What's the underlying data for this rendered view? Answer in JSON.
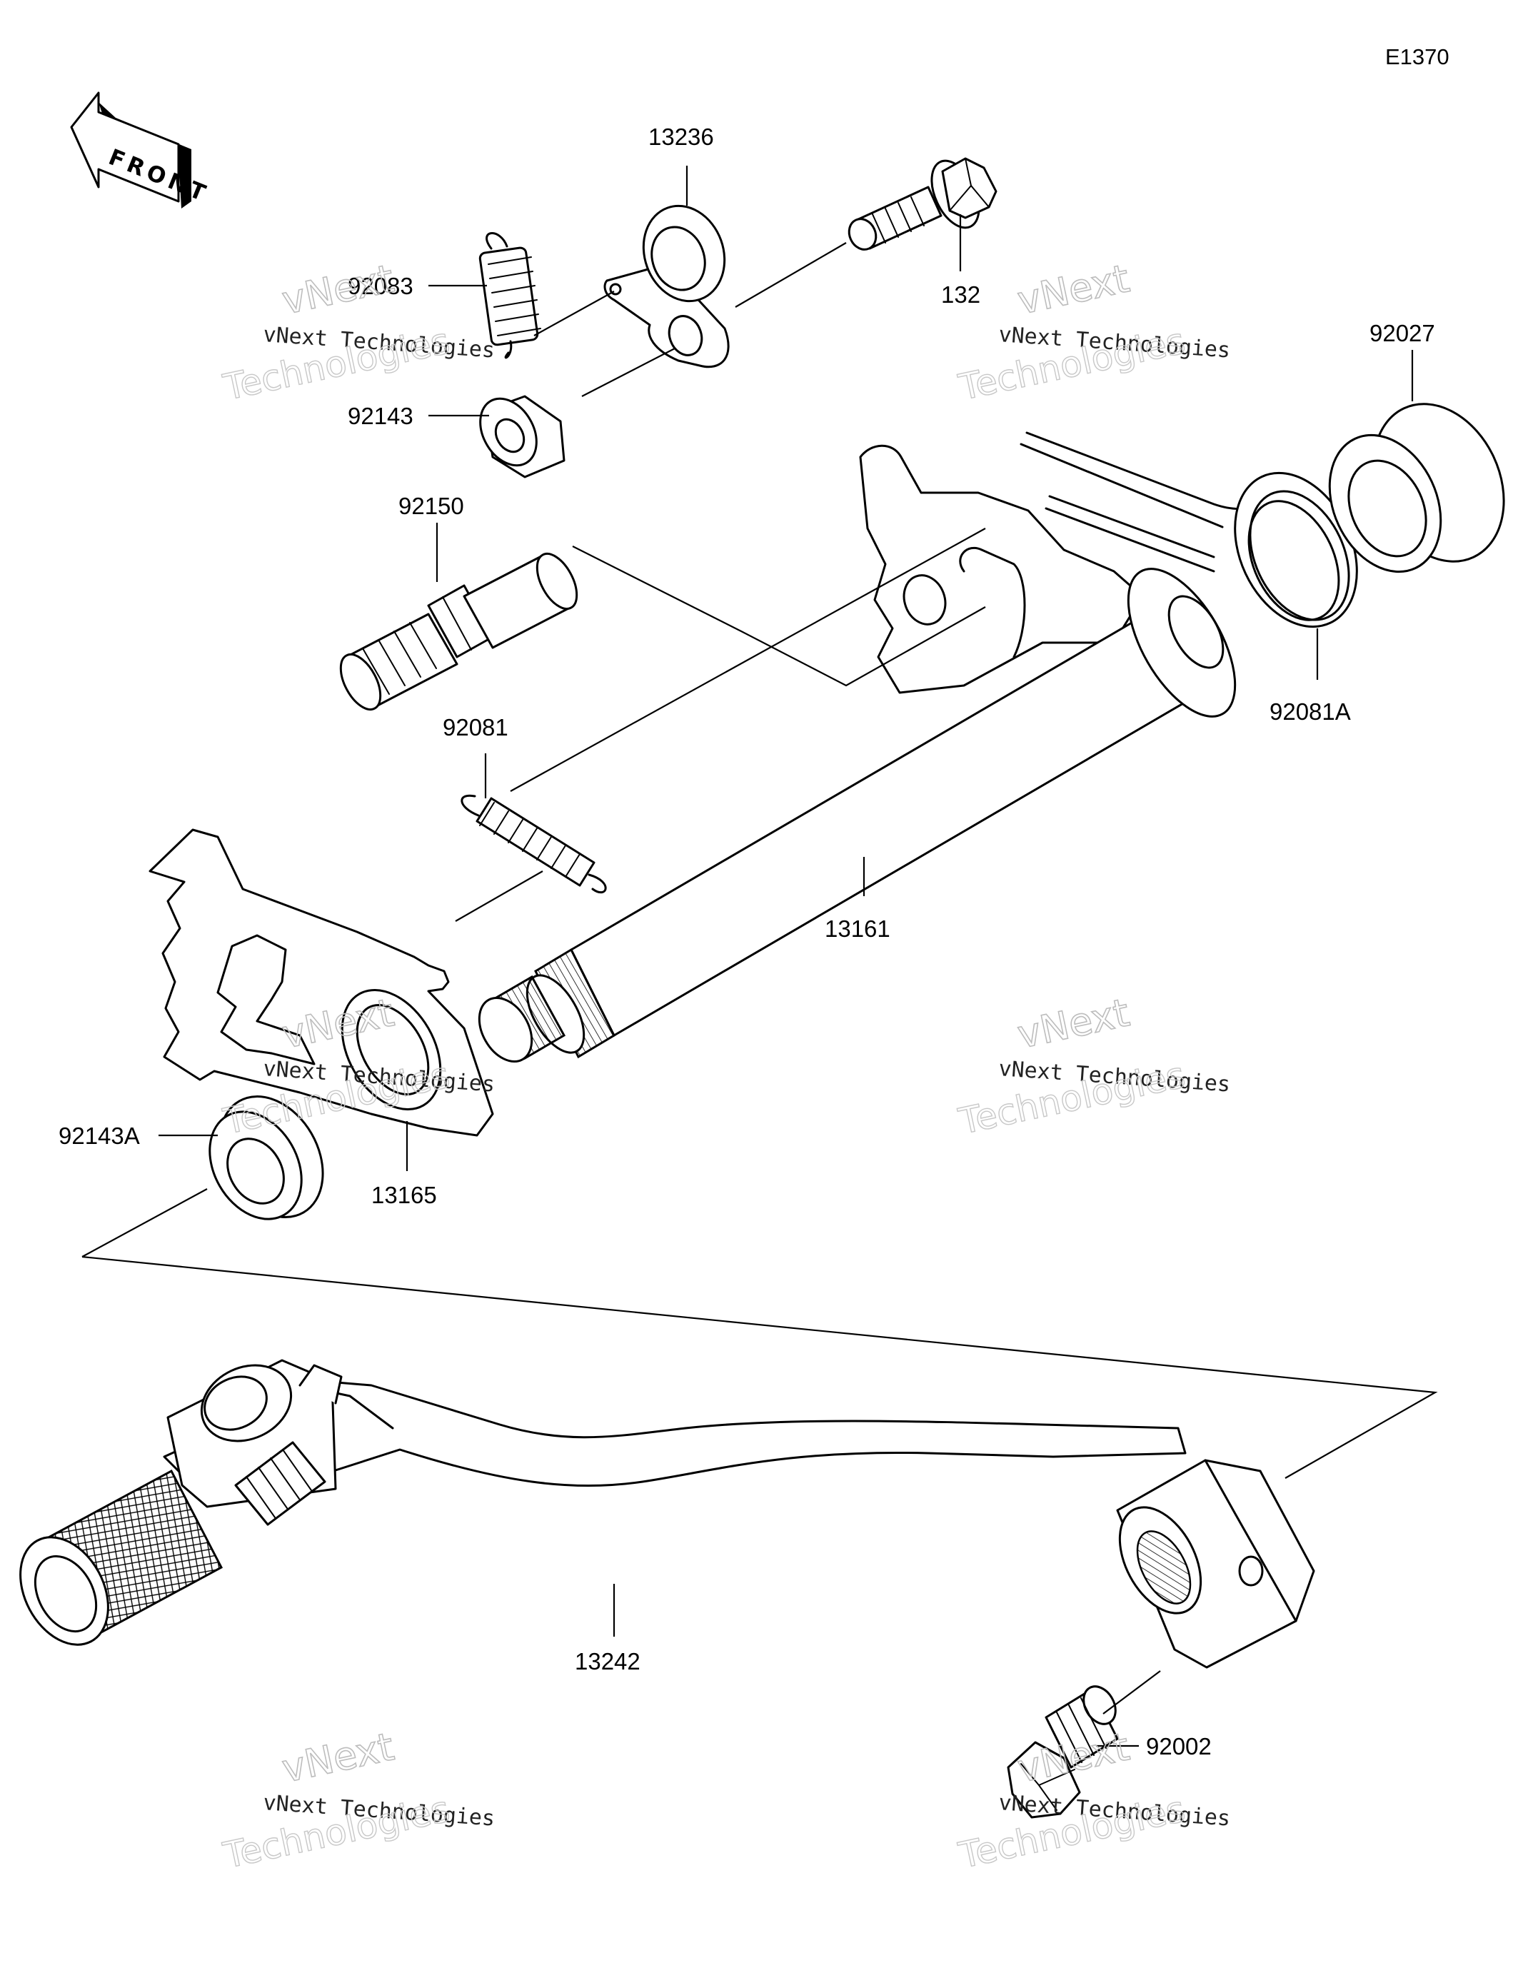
{
  "diagram_code": "E1370",
  "front_label": "FRONT",
  "watermark": {
    "line1": "vNext Technologies",
    "line2": "vNext",
    "line3": "Technologies"
  },
  "parts": [
    {
      "id": "p13236",
      "number": "13236"
    },
    {
      "id": "p92083",
      "number": "92083"
    },
    {
      "id": "p132",
      "number": "132"
    },
    {
      "id": "p92143",
      "number": "92143"
    },
    {
      "id": "p92027",
      "number": "92027"
    },
    {
      "id": "p92150",
      "number": "92150"
    },
    {
      "id": "p92081A",
      "number": "92081A"
    },
    {
      "id": "p92081",
      "number": "92081"
    },
    {
      "id": "p13161",
      "number": "13161"
    },
    {
      "id": "p92143A",
      "number": "92143A"
    },
    {
      "id": "p13165",
      "number": "13165"
    },
    {
      "id": "p13242",
      "number": "13242"
    },
    {
      "id": "p92002",
      "number": "92002"
    }
  ]
}
